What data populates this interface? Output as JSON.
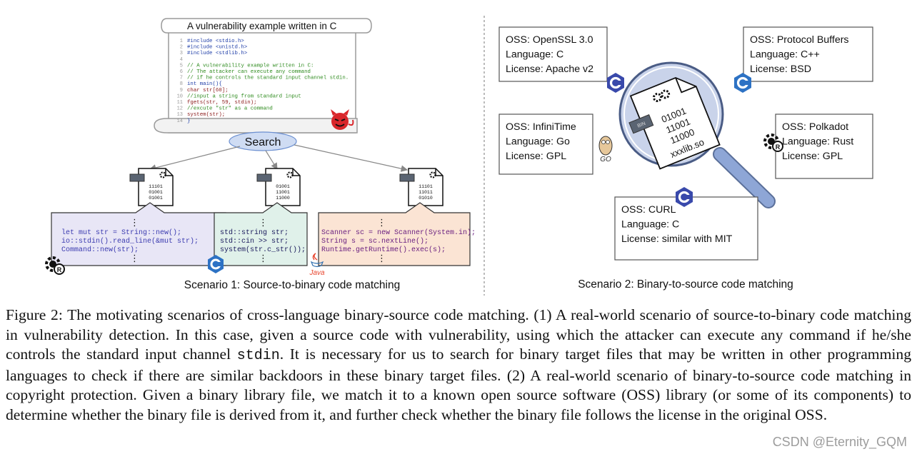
{
  "figure": {
    "scenario1": {
      "doc_title": "A vulnerability example written in C",
      "code_lines": [
        {
          "n": "1",
          "text": "#include <stdio.h>",
          "color": "#1f3ea8"
        },
        {
          "n": "2",
          "text": "#include <unistd.h>",
          "color": "#1f3ea8"
        },
        {
          "n": "3",
          "text": "#include <stdlib.h>",
          "color": "#1f3ea8"
        },
        {
          "n": "4",
          "text": "",
          "color": "#1f3ea8"
        },
        {
          "n": "5",
          "text": "// A vulnerability example written in C:",
          "color": "#2e8b1e"
        },
        {
          "n": "6",
          "text": "// The attacker can execute any command",
          "color": "#2e8b1e"
        },
        {
          "n": "7",
          "text": "// if he controls the standard input channel stdin.",
          "color": "#2e8b1e"
        },
        {
          "n": "8",
          "text": "int main(){",
          "color": "#1f3ea8"
        },
        {
          "n": "9",
          "text": "  char str[60];",
          "color": "#8b1a1a"
        },
        {
          "n": "10",
          "text": "  //input a string from standard input",
          "color": "#2e8b1e"
        },
        {
          "n": "11",
          "text": "  fgets(str, 59, stdin);",
          "color": "#8b1a1a"
        },
        {
          "n": "12",
          "text": "  //excute \"str\" as a command",
          "color": "#2e8b1e"
        },
        {
          "n": "13",
          "text": "  system(str);",
          "color": "#8b1a1a"
        },
        {
          "n": "14",
          "text": "}",
          "color": "#1f3ea8"
        }
      ],
      "search_label": "Search",
      "binaries": [
        {
          "lines": [
            "11101",
            "01001",
            "01001"
          ]
        },
        {
          "lines": [
            "01001",
            "11001",
            "11000"
          ]
        },
        {
          "lines": [
            "11101",
            "11011",
            "01010"
          ]
        }
      ],
      "rust_lines": [
        "let mut str = String::new();",
        "io::stdin().read_line(&mut str);",
        "Command::new(str);"
      ],
      "cpp_lines": [
        "std::string str;",
        "std::cin >> str;",
        "system(str.c_str());"
      ],
      "java_lines": [
        "Scanner sc = new Scanner(System.in);",
        "String s = sc.nextLine();",
        "Runtime.getRuntime().exec(s);"
      ],
      "ellipsis": "⋮",
      "java_label": "Java",
      "caption": "Scenario 1: Source-to-binary code matching",
      "colors": {
        "rust_bg": "#e8e6f6",
        "cpp_bg": "#e0f1ea",
        "java_bg": "#fbe4d4"
      }
    },
    "scenario2": {
      "oss": [
        {
          "name": "OSS: OpenSSL 3.0",
          "language": "Language: C",
          "license": "License: Apache v2"
        },
        {
          "name": "OSS: Protocol Buffers",
          "language": "Language: C++",
          "license": "License: BSD"
        },
        {
          "name": "OSS: InfiniTime",
          "language": "Language: Go",
          "license": "License: GPL"
        },
        {
          "name": "OSS: Polkadot",
          "language": "Language: Rust",
          "license": "License: GPL"
        },
        {
          "name": "OSS: CURL",
          "language": "Language: C",
          "license": "License: similar with MIT"
        }
      ],
      "lib_bits": [
        "01001",
        "11001",
        "11000"
      ],
      "lib_name": "xxxlib.so",
      "bin_tag": "BIN",
      "caption": "Scenario 2: Binary-to-source code matching",
      "colors": {
        "lens": "#c9d3ea",
        "handle": "#8ea6d6",
        "c_badge": "#3949ab",
        "cpp_badge": "#2d72c4"
      }
    }
  },
  "caption": {
    "part1": "Figure 2: The motivating scenarios of cross-language binary-source code matching. (1) A real-world scenario of source-to-binary code matching in vulnerability detection. In this case, given a source code with vulnerability, using which the attacker can execute any command if he/she controls the standard input channel ",
    "code": "stdin",
    "part2": ". It is necessary for us to search for binary target files that may be written in other programming languages to check if there are similar backdoors in these binary target files. (2) A real-world scenario of binary-to-source code matching in copyright protection. Given a binary library file, we match it to a known open source software (OSS) library (or some of its components) to determine whether the binary file is derived from it, and further check whether the binary file follows the license in the original OSS."
  },
  "watermark": "CSDN @Eternity_GQM"
}
